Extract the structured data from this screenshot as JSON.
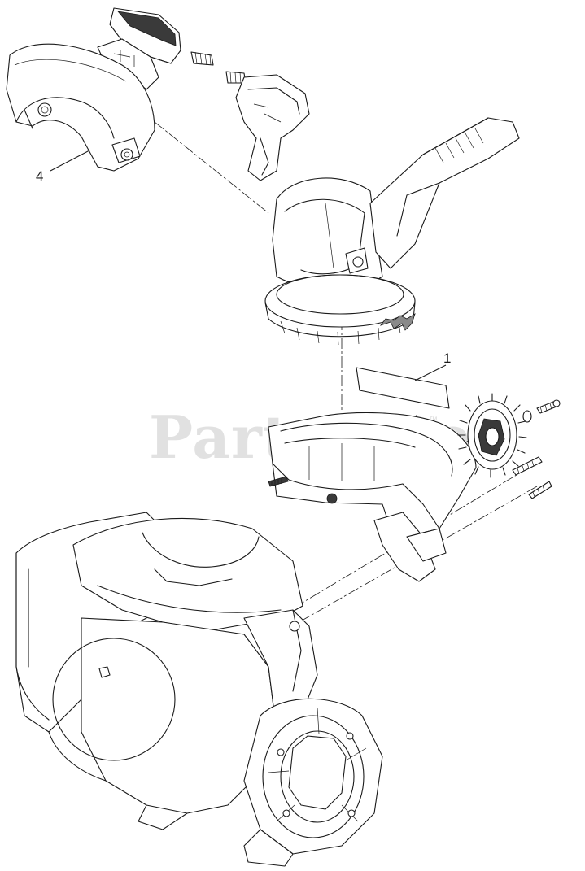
{
  "diagram": {
    "callouts": [
      {
        "id": "callout-1",
        "label": "1"
      },
      {
        "id": "callout-4",
        "label": "4"
      }
    ],
    "watermark": {
      "text": "PartsTree",
      "trademark": "™"
    }
  }
}
